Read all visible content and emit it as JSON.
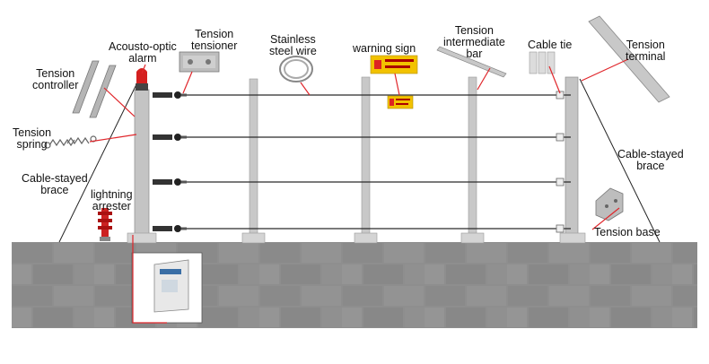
{
  "labels": {
    "tension_controller": [
      "Tension",
      "controller"
    ],
    "acousto_optic_alarm": [
      "Acousto-optic",
      "alarm"
    ],
    "tension_tensioner": [
      "Tension",
      "tensioner"
    ],
    "stainless_steel_wire": [
      "Stainless",
      "steel wire"
    ],
    "warning_sign": [
      "warning sign"
    ],
    "tension_intermediate_bar": [
      "Tension",
      "intermediate",
      "bar"
    ],
    "cable_tie": [
      "Cable tie"
    ],
    "tension_terminal": [
      "Tension",
      "terminal"
    ],
    "tension_spring": [
      "Tension",
      "spring"
    ],
    "cable_stayed_brace_left": [
      "Cable-stayed",
      "brace"
    ],
    "lightning_arrester": [
      "lightning",
      "arrester"
    ],
    "cable_stayed_brace_right": [
      "Cable-stayed",
      "brace"
    ],
    "tension_base": [
      "Tension base"
    ]
  },
  "colors": {
    "pointer": "#e0262b",
    "post": "#c9c9c9",
    "wall_brick": "#8b8b8b",
    "wire": "#222222",
    "sign": "#f2c200"
  }
}
